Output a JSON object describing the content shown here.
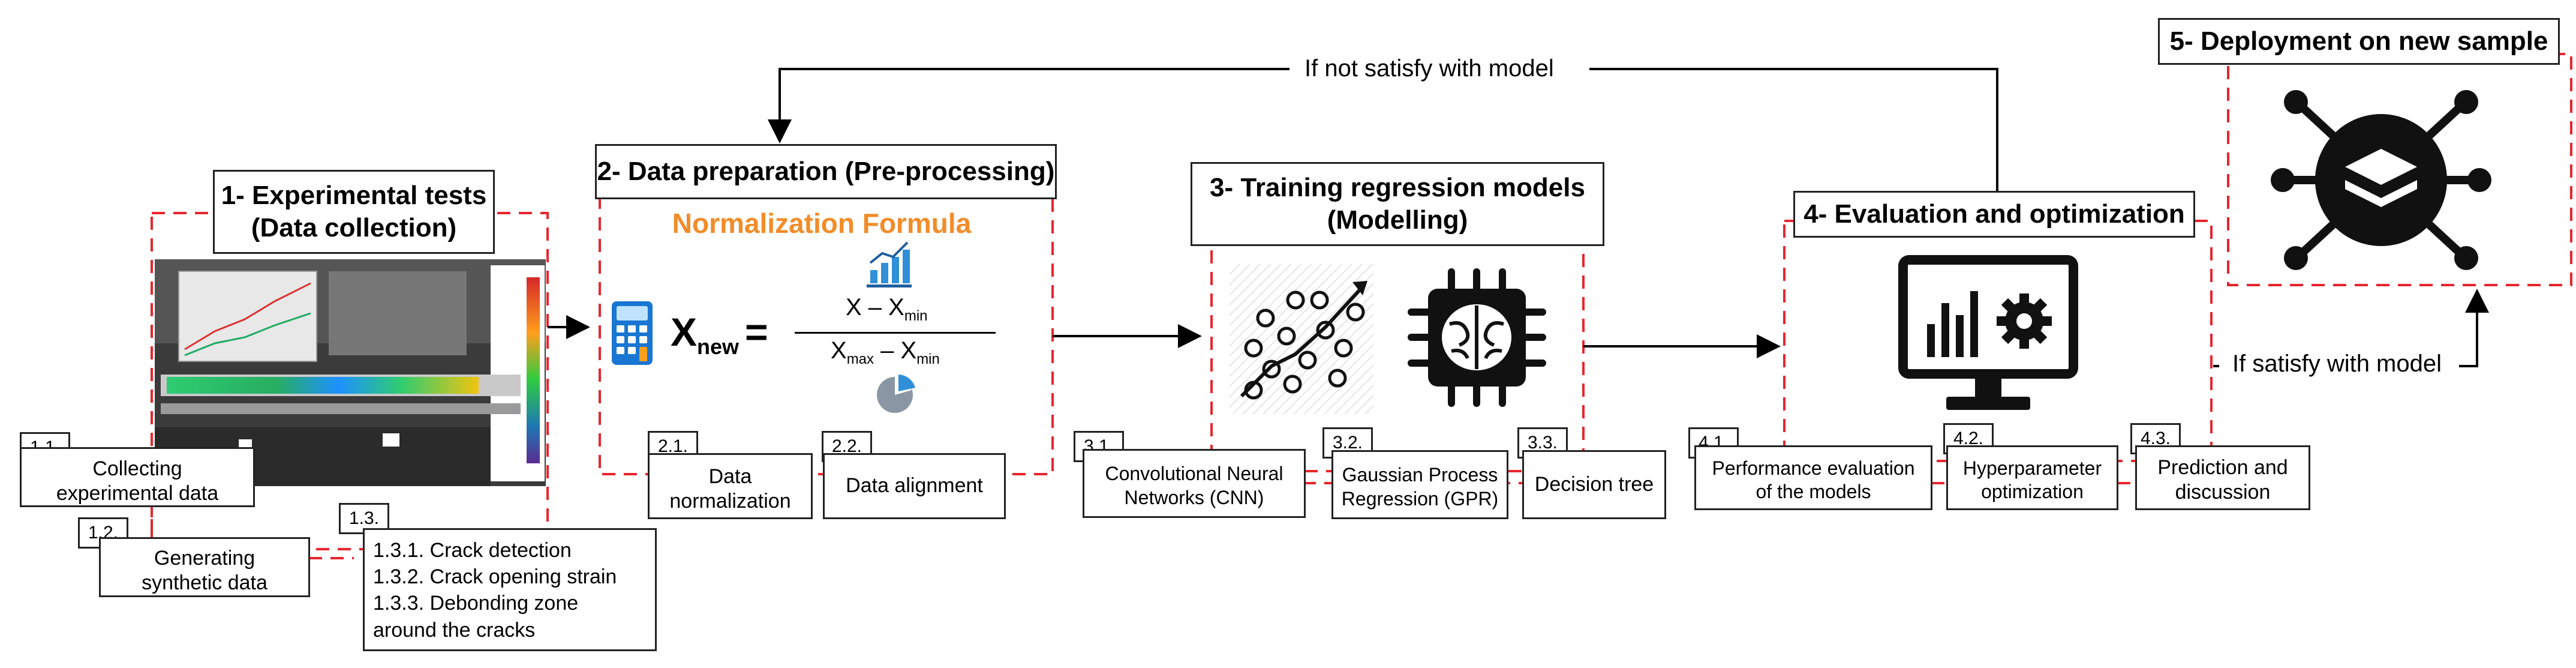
{
  "colors": {
    "dashed_border": "#e8252e",
    "arrow": "#000000",
    "formula_title": "#f28c28",
    "accent_blue": "#2f8fd8",
    "calculator_blue": "#1976d2"
  },
  "stage1": {
    "title_line1": "1- Experimental tests",
    "title_line2": "(Data collection)",
    "n1": "1.1.",
    "t1_line1": "Collecting",
    "t1_line2": "experimental data",
    "n2": "1.2.",
    "t2_line1": "Generating",
    "t2_line2": "synthetic data",
    "n3": "1.3.",
    "t3_line1": "1.3.1. Crack detection",
    "t3_line2": "1.3.2. Crack opening strain",
    "t3_line3": "1.3.3. Debonding zone",
    "t3_line4": "around the cracks",
    "photo_icon": "experimental-test-photo"
  },
  "stage2": {
    "title": "2- Data preparation (Pre-processing)",
    "formula_title": "Normalization Formula",
    "x_new": "X",
    "x_new_sub": "new",
    "equals": "=",
    "numerator": "X – X",
    "numerator_sub": "min",
    "denominator_a": "X",
    "denominator_a_sub": "max",
    "denominator_mid": " – X",
    "denominator_b_sub": "min",
    "n1": "2.1.",
    "t1_line1": "Data",
    "t1_line2": "normalization",
    "n2": "2.2.",
    "t2": "Data alignment"
  },
  "stage3": {
    "title_line1": "3- Training regression models",
    "title_line2": "(Modelling)",
    "n1": "3.1.",
    "t1_line1": "Convolutional Neural",
    "t1_line2": "Networks (CNN)",
    "n2": "3.2.",
    "t2_line1": "Gaussian Process",
    "t2_line2": "Regression (GPR)",
    "n3": "3.3.",
    "t3": "Decision tree"
  },
  "stage4": {
    "title": "4- Evaluation and optimization",
    "n1": "4.1.",
    "t1_line1": "Performance evaluation",
    "t1_line2": "of the models",
    "n2": "4.2.",
    "t2_line1": "Hyperparameter",
    "t2_line2": "optimization",
    "n3": "4.3.",
    "t3_line1": "Prediction and",
    "t3_line2": "discussion"
  },
  "stage5": {
    "title": "5- Deployment on new sample"
  },
  "feedback": {
    "not_satisfy": "If not satisfy with model",
    "satisfy": "If satisfy with model"
  }
}
